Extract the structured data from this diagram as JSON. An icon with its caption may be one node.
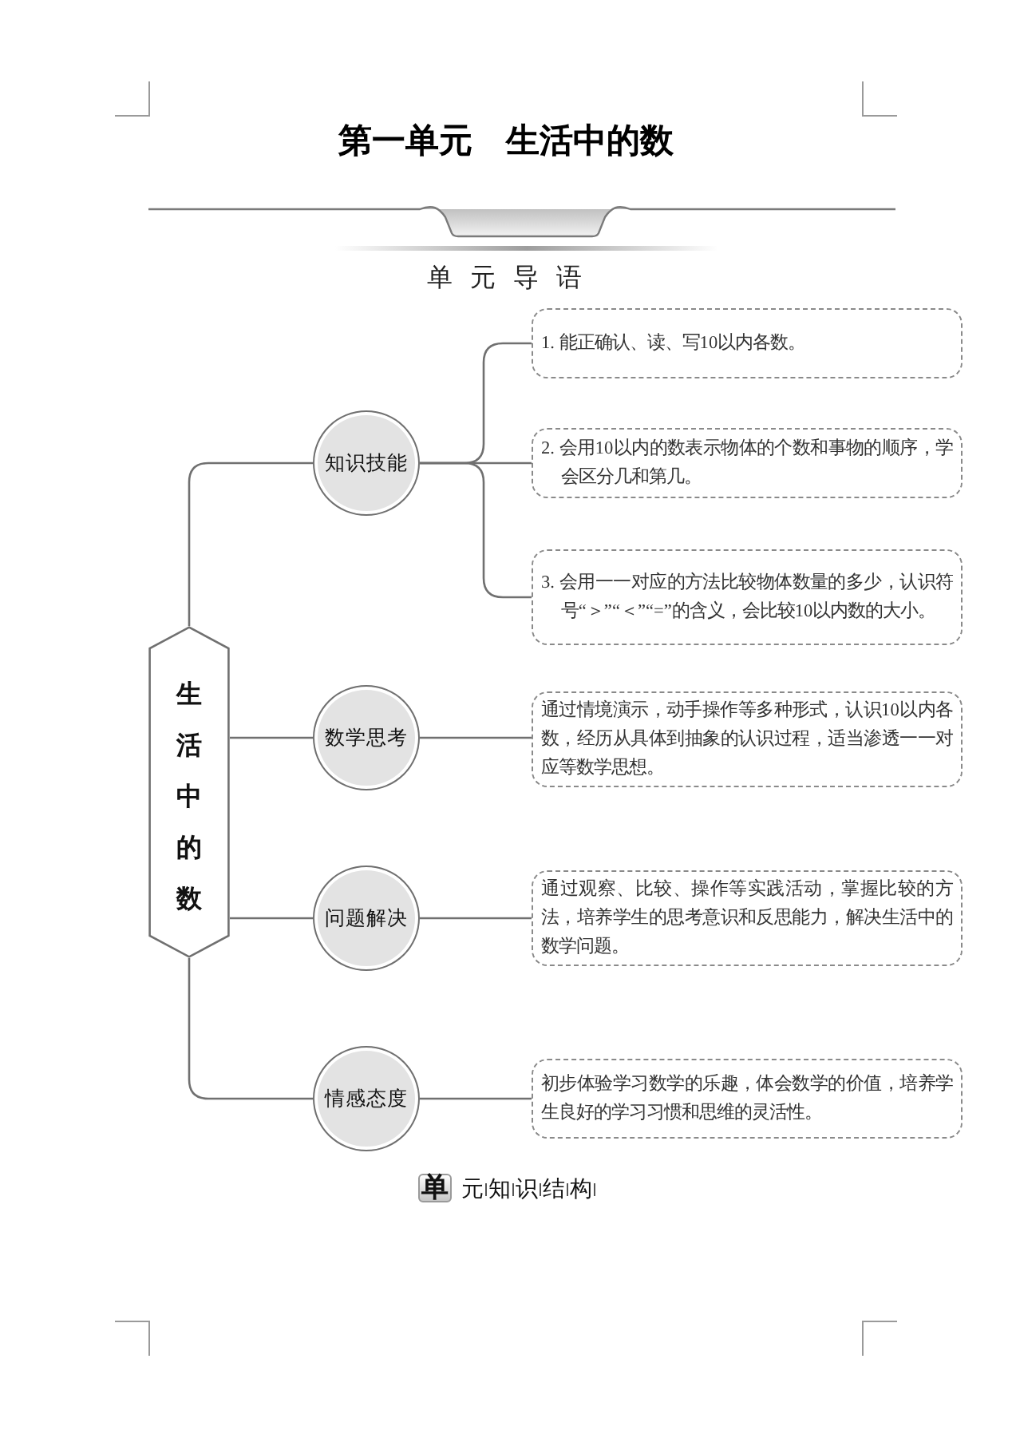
{
  "diagram": {
    "title": "第一单元　生活中的数",
    "nodes": [
      {
        "text": [
          "生活中的数"
        ]
      },
      {
        "text": [
          "知识技能"
        ]
      },
      {
        "text": [
          "1. 能正确认、读、写10以内各数。"
        ]
      },
      {
        "text": [
          "2. 会用10以内的数表示物体的个数和事物的顺序，学会区分几和第几。"
        ]
      },
      {
        "text": [
          "3. 会用一一对应的方法比较物体数量的多少，认识符号“＞”“＜”“=”的含义，会比较10以内数的大小。"
        ]
      },
      {
        "text": [
          "数学思考"
        ]
      },
      {
        "text": [
          "通过情境演示，动手操作等多种形式，认识10以内各数，经历从具体到抽象的认识过程，适当渗透一一对应等数学思想。"
        ]
      },
      {
        "text": [
          "问题解决"
        ]
      },
      {
        "text": [
          "通过观察、比较、操作等实践活动，掌握比较的方法，培养学生的思考意识和反思能力，解决生活中的数学问题。"
        ]
      },
      {
        "text": [
          "情感态度"
        ]
      },
      {
        "text": [
          "初步体验学习数学的乐趣，体会数学的价值，培养学生良好的学习习惯和思维的灵活性。"
        ]
      }
    ],
    "edges": [
      {
        "from": 0,
        "to": 1,
        "arrow": "none"
      },
      {
        "from": 1,
        "to": 2,
        "arrow": "none"
      },
      {
        "from": 1,
        "to": 3,
        "arrow": "none"
      },
      {
        "from": 1,
        "to": 4,
        "arrow": "none"
      },
      {
        "from": 0,
        "to": 5,
        "arrow": "none"
      },
      {
        "from": 5,
        "to": 6,
        "arrow": "none"
      },
      {
        "from": 0,
        "to": 7,
        "arrow": "none"
      },
      {
        "from": 7,
        "to": 8,
        "arrow": "none"
      },
      {
        "from": 0,
        "to": 9,
        "arrow": "none"
      },
      {
        "from": 9,
        "to": 10,
        "arrow": "none"
      }
    ],
    "labels": [
      "单元导语",
      "单元知识结构"
    ]
  }
}
